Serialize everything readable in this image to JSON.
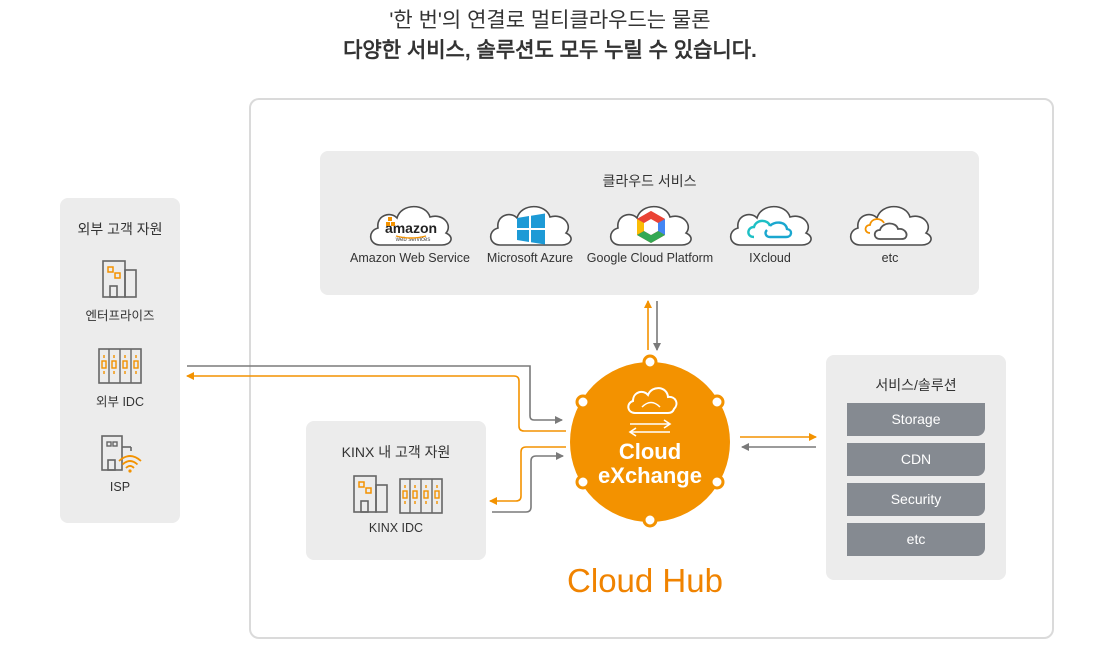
{
  "title": {
    "line1": "'한 번'의 연결로 멀티클라우드는 물론",
    "line2": "다양한 서비스, 솔루션도 모두 누릴 수 있습니다."
  },
  "cloud_services": {
    "title": "클라우드 서비스",
    "items": [
      {
        "label": "Amazon Web Service",
        "icon": "amazon-cloud-icon",
        "logo_text": "amazon",
        "logo_sub": "web services"
      },
      {
        "label": "Microsoft Azure",
        "icon": "windows-cloud-icon"
      },
      {
        "label": "Google Cloud Platform",
        "icon": "google-cloud-icon"
      },
      {
        "label": "IXcloud",
        "icon": "ixcloud-icon"
      },
      {
        "label": "etc",
        "icon": "etc-cloud-icon"
      }
    ]
  },
  "external": {
    "title": "외부 고객 자원",
    "items": [
      {
        "label": "엔터프라이즈",
        "icon": "enterprise-building-icon"
      },
      {
        "label": "외부 IDC",
        "icon": "idc-server-icon"
      },
      {
        "label": "ISP",
        "icon": "isp-wifi-icon"
      }
    ]
  },
  "kinx": {
    "title": "KINX 내 고객 자원",
    "label": "KINX IDC"
  },
  "center": {
    "line1": "Cloud",
    "line2": "eXchange"
  },
  "solutions": {
    "title": "서비스/솔루션",
    "items": [
      "Storage",
      "CDN",
      "Security",
      "etc"
    ]
  },
  "hub_label": "Cloud Hub",
  "colors": {
    "accent": "#f39200",
    "panel": "#ececec",
    "bar": "#858a91",
    "line_gray": "#7a7a7a"
  }
}
